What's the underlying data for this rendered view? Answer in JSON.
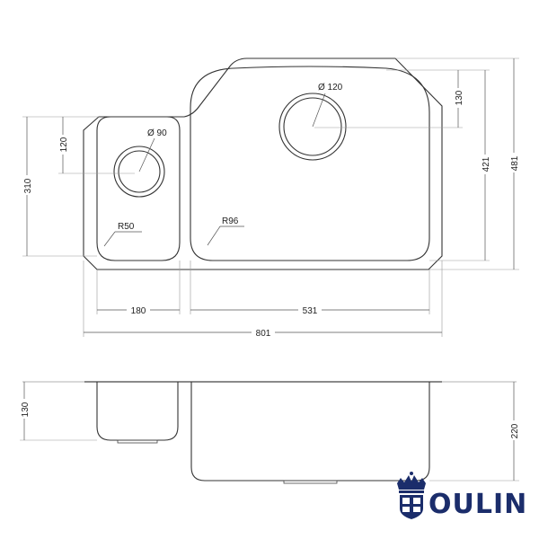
{
  "top_view": {
    "dims": {
      "total_width": "801",
      "small_bowl_width": "180",
      "large_bowl_width": "531",
      "small_bowl_depth": "310",
      "small_drain_offset": "120",
      "total_depth": "481",
      "large_bowl_depth": "421",
      "large_drain_offset": "130"
    },
    "labels": {
      "small_drain": "Ø 90",
      "large_drain": "Ø 120",
      "small_radius": "R50",
      "large_radius": "R96"
    }
  },
  "side_view": {
    "dims": {
      "small_bowl_height": "130",
      "large_bowl_height": "220"
    }
  },
  "brand": {
    "name": "OULIN",
    "color": "#1b2d6b"
  }
}
